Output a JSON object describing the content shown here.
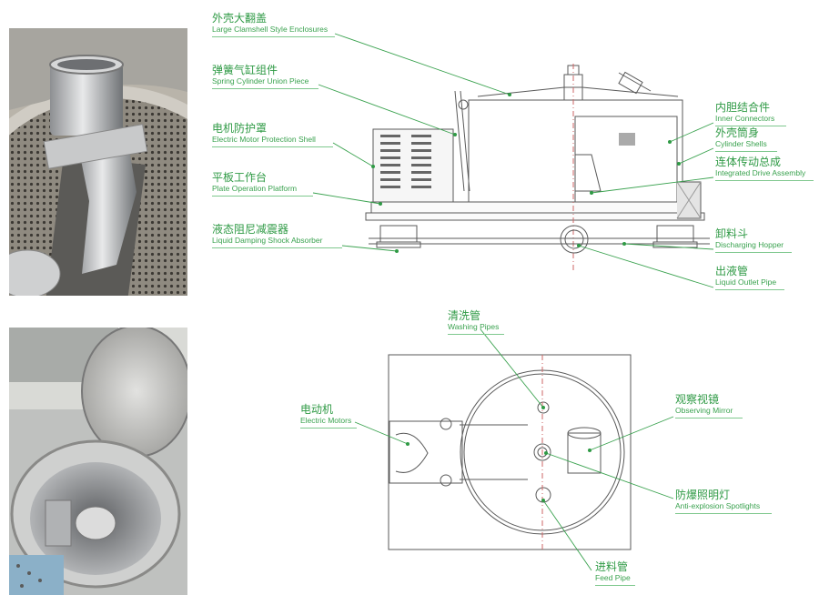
{
  "labels": {
    "enclosure": {
      "zh": "外壳大翻盖",
      "en": "Large Clamshell Style Enclosures"
    },
    "spring": {
      "zh": "弹簧气缸组件",
      "en": "Spring Cylinder Union Piece"
    },
    "motor_shell": {
      "zh": "电机防护罩",
      "en": "Electric Motor Protection Shell"
    },
    "platform": {
      "zh": "平板工作台",
      "en": "Plate Operation Platform"
    },
    "damper": {
      "zh": "液态阻尼减震器",
      "en": "Liquid Damping Shock Absorber"
    },
    "inner": {
      "zh": "内胆结合件",
      "en": "Inner Connectors"
    },
    "shells": {
      "zh": "外壳筒身",
      "en": "Cylinder Shells"
    },
    "drive": {
      "zh": "连体传动总成",
      "en": "Integrated Drive Assembly"
    },
    "hopper": {
      "zh": "卸料斗",
      "en": "Discharging Hopper"
    },
    "outlet": {
      "zh": "出液管",
      "en": "Liquid Outlet Pipe"
    },
    "washing": {
      "zh": "清洗管",
      "en": "Washing Pipes"
    },
    "motors": {
      "zh": "电动机",
      "en": "Electric Motors"
    },
    "mirror": {
      "zh": "观察视镜",
      "en": "Observing Mirror"
    },
    "spotlights": {
      "zh": "防爆照明灯",
      "en": "Anti-explosion Spotlights"
    },
    "feed": {
      "zh": "进料管",
      "en": "Feed Pipe"
    }
  },
  "colors": {
    "label_text": "#2f9a45",
    "leader_line": "#3aa24f",
    "drawing_line": "#5a5a5a"
  },
  "photos": [
    {
      "name": "centrifuge-feed-pipe-photo"
    },
    {
      "name": "centrifuge-open-lid-photo"
    }
  ]
}
